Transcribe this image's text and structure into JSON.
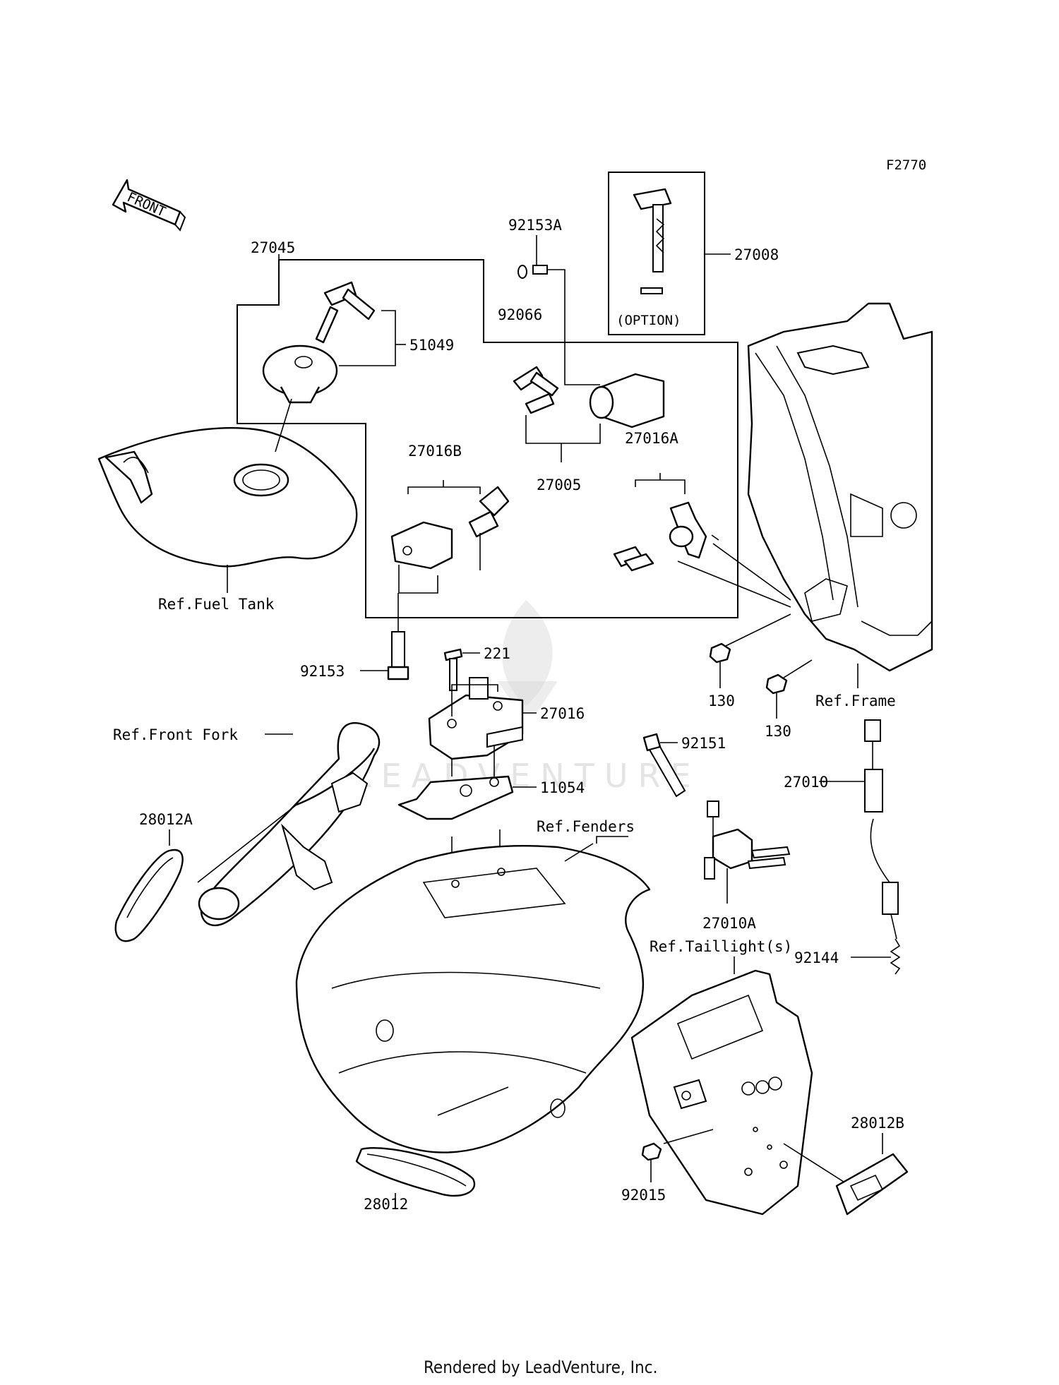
{
  "figure_code": "F2770",
  "front_arrow": "FRONT",
  "option_note": "(OPTION)",
  "parts": {
    "p27045": "27045",
    "p51049": "51049",
    "p92153A": "92153A",
    "p92066": "92066",
    "p27008": "27008",
    "p27005": "27005",
    "p27016B": "27016B",
    "p27016A": "27016A",
    "p92153": "92153",
    "p221": "221",
    "p27016": "27016",
    "p11054": "11054",
    "p130a": "130",
    "p130b": "130",
    "p92151": "92151",
    "p27010": "27010",
    "p27010A": "27010A",
    "p92144": "92144",
    "p28012A": "28012A",
    "p28012": "28012",
    "p28012B": "28012B",
    "p92015": "92015"
  },
  "refs": {
    "fuel_tank": "Ref.Fuel Tank",
    "frame": "Ref.Frame",
    "front_fork": "Ref.Front Fork",
    "fenders": "Ref.Fenders",
    "taillight": "Ref.Taillight(s)"
  },
  "watermark": "LEADVENTURE",
  "footer": "Rendered by LeadVenture, Inc."
}
